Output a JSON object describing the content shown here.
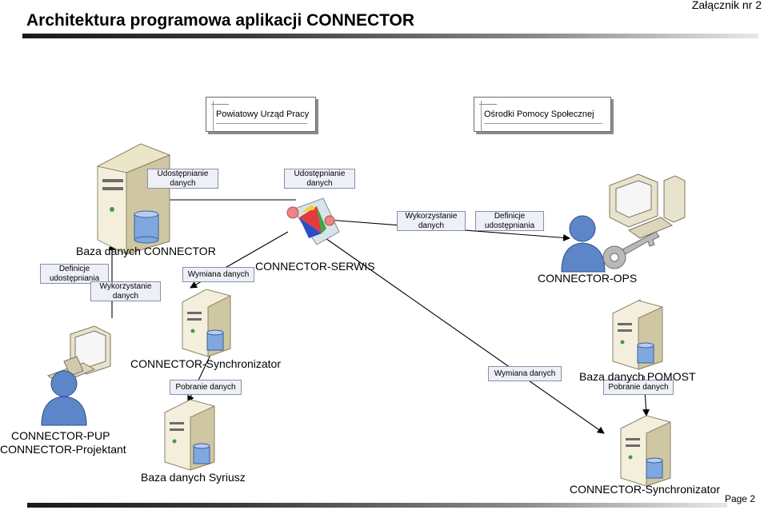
{
  "header": {
    "title": "Architektura programowa aplikacji CONNECTOR",
    "annex": "Załącznik nr 2"
  },
  "footer": {
    "page": "Page 2"
  },
  "org_boxes": {
    "pup": "Powiatowy Urząd Pracy",
    "ops": "Ośrodki Pomocy Społecznej"
  },
  "labels": {
    "udostepnianie_1": "Udostępnianie danych",
    "udostepnianie_2": "Udostępnianie danych",
    "wykorzystanie_top": "Wykorzystanie danych",
    "definicje_top": "Definicje udostępniania",
    "definicje_left": "Definicje udostępniania",
    "wykorzystanie_left": "Wykorzystanie danych",
    "wymiana_1": "Wymiana danych",
    "wymiana_2": "Wymiana danych",
    "pobranie_1": "Pobranie danych",
    "pobranie_2": "Pobranie danych"
  },
  "captions": {
    "baza_connector": "Baza danych CONNECTOR",
    "serwis": "CONNECTOR-SERWIS",
    "ops": "CONNECTOR-OPS",
    "synchronizator_1": "CONNECTOR-Synchronizator",
    "baza_pomost": "Baza danych POMOST",
    "pup": "CONNECTOR-PUP",
    "projektant": "CONNECTOR-Projektant",
    "baza_syriusz": "Baza danych Syriusz",
    "synchronizator_2": "CONNECTOR-Synchronizator"
  },
  "icons": {
    "server": "server-icon",
    "database": "database-icon",
    "workstation": "workstation-icon",
    "user": "user-icon",
    "key": "key-icon",
    "service": "service-triangle-icon"
  },
  "colors": {
    "label_bg": "#eef0f8",
    "label_border": "#8a8ea6",
    "server_body": "#f3efdc",
    "db_blue": "#7fa8e0",
    "user_blue": "#5d86c9",
    "link_red": "#e05a5a"
  }
}
